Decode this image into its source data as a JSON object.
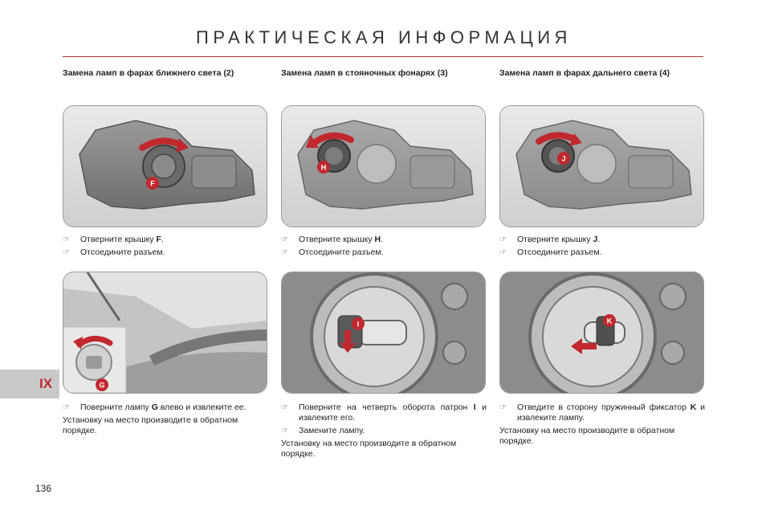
{
  "header": {
    "title": "ПРАКТИЧЕСКАЯ ИНФОРМАЦИЯ"
  },
  "columns": [
    {
      "heading": "Замена ламп в фарах ближнего света (2)",
      "top_labels": [
        "F"
      ],
      "bottom_labels": [
        "G"
      ],
      "steps_top": [
        {
          "pre": "Отверните крышку ",
          "bold": "F",
          "post": "."
        },
        {
          "text": "Отсоедините разъем."
        }
      ],
      "steps_bottom": [
        {
          "pre": "Поверните лампу ",
          "bold": "G",
          "post": " влево и извлеките ее."
        }
      ],
      "note": "Установку на место производите в обратном порядке."
    },
    {
      "heading": "Замена ламп в стояночных фонарях (3)",
      "top_labels": [
        "H"
      ],
      "bottom_labels": [
        "I"
      ],
      "steps_top": [
        {
          "pre": "Отверните крышку ",
          "bold": "H",
          "post": "."
        },
        {
          "text": "Отсоедините разъем."
        }
      ],
      "steps_bottom": [
        {
          "pre": "Поверните на четверть оборота патрон ",
          "bold": "I",
          "post": " и извлеките его."
        },
        {
          "text": "Замените лампу."
        }
      ],
      "note": "Установку на место производите в обратном порядке."
    },
    {
      "heading": "Замена ламп в фарах дальнего света (4)",
      "top_labels": [
        "J"
      ],
      "bottom_labels": [
        "K"
      ],
      "steps_top": [
        {
          "pre": "Отверните крышку ",
          "bold": "J",
          "post": "."
        },
        {
          "text": "Отсоедините разъем."
        }
      ],
      "steps_bottom": [
        {
          "pre": "Отведите в сторону пружинный фиксатор ",
          "bold": "K",
          "post": " и извлеките лампу."
        }
      ],
      "note": "Установку на место производите в обратном порядке."
    }
  ],
  "side_tab": {
    "label": "IX"
  },
  "footer": {
    "page_number": "136"
  },
  "icons": {
    "bullet": "pointing-hand-icon"
  },
  "colors": {
    "accent": "#c0282e",
    "rule": "#b0343b",
    "tab_bg": "#c9c9c9"
  }
}
